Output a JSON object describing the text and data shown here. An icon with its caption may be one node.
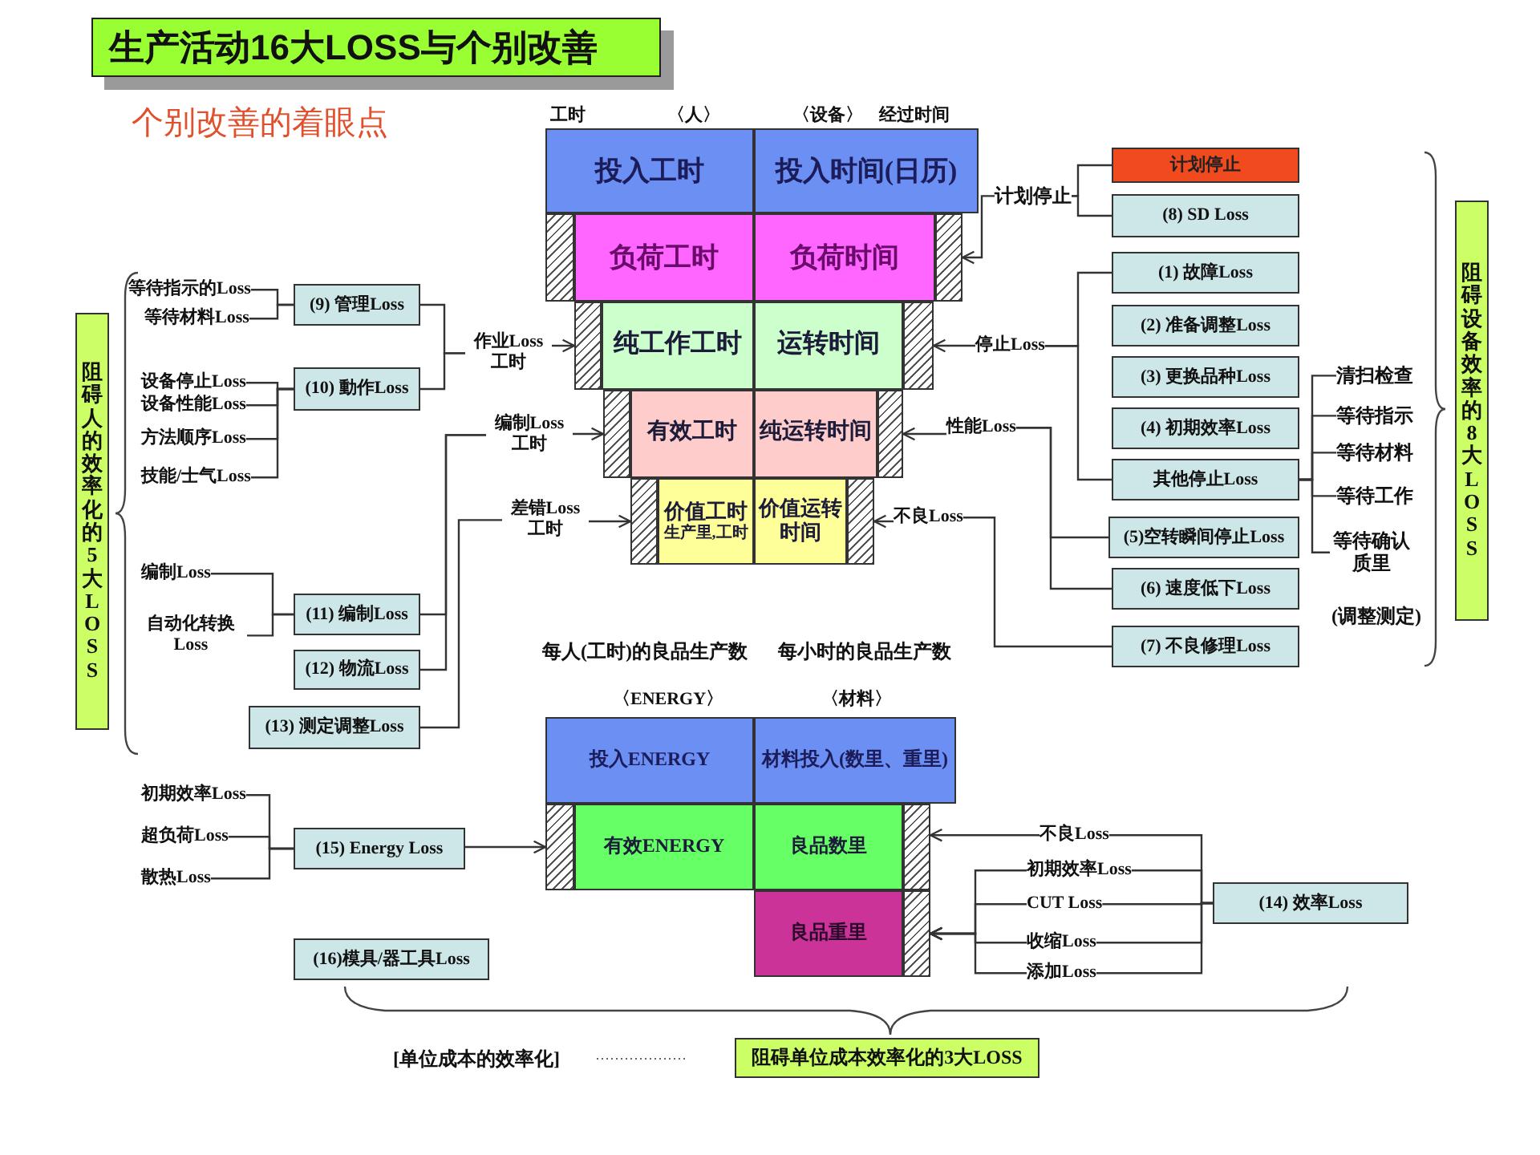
{
  "diagram": {
    "title": "生产活动16大LOSS与个别改善",
    "nodes": [
      {
        "text": [
          "投入工时"
        ]
      },
      {
        "text": [
          "投入时间(日历)"
        ]
      },
      {
        "text": [],
        "shape": "box"
      },
      {
        "text": [
          "负荷工时"
        ]
      },
      {
        "text": [
          "负荷时间"
        ]
      },
      {
        "text": [],
        "shape": "box"
      },
      {
        "text": [],
        "shape": "box"
      },
      {
        "text": [
          "纯工作工时"
        ]
      },
      {
        "text": [
          "运转时间"
        ]
      },
      {
        "text": [],
        "shape": "box"
      },
      {
        "text": [],
        "shape": "box"
      },
      {
        "text": [
          "有效工时"
        ]
      },
      {
        "text": [
          "纯运转时间"
        ]
      },
      {
        "text": [],
        "shape": "box"
      },
      {
        "text": [],
        "shape": "box"
      },
      {
        "text": [
          "价值工时",
          "生产里,工时"
        ]
      },
      {
        "text": [
          "价值运转时间"
        ]
      },
      {
        "text": [],
        "shape": "box"
      },
      {
        "text": [
          "计划停止"
        ]
      },
      {
        "text": [
          "(8) SD Loss"
        ]
      },
      {
        "text": [
          "计划停止"
        ]
      },
      {
        "text": [
          "(1) 故障Loss"
        ]
      },
      {
        "text": [
          "(2) 准备调整Loss"
        ]
      },
      {
        "text": [
          "(3) 更换品种Loss"
        ]
      },
      {
        "text": [
          "(4) 初期效率Loss"
        ]
      },
      {
        "text": [
          "其他停止Loss"
        ]
      },
      {
        "text": [
          "停止Loss"
        ]
      },
      {
        "text": [
          "性能Loss"
        ]
      },
      {
        "text": [
          "不良Loss"
        ]
      },
      {
        "text": [
          "(5)空转瞬间停止Loss"
        ]
      },
      {
        "text": [
          "(6) 速度低下Loss"
        ]
      },
      {
        "text": [
          "(7) 不良修理Loss"
        ]
      },
      {
        "text": [
          "清扫检查"
        ]
      },
      {
        "text": [
          "等待指示"
        ]
      },
      {
        "text": [
          "等待材料"
        ]
      },
      {
        "text": [
          "等待工作"
        ]
      },
      {
        "text": [
          "等待确认质里"
        ]
      },
      {
        "text": [
          "阻碍设备效率的8大LOSS"
        ]
      },
      {
        "text": [
          "阻碍人的效率化的5大LOSS"
        ]
      },
      {
        "text": [
          "等待指示的Loss"
        ]
      },
      {
        "text": [
          "等待材料Loss"
        ]
      },
      {
        "text": [
          "(9) 管理Loss"
        ]
      },
      {
        "text": [
          "设备停止Loss"
        ]
      },
      {
        "text": [
          "设备性能Loss"
        ]
      },
      {
        "text": [
          "方法顺序Loss"
        ]
      },
      {
        "text": [
          "技能/士气Loss"
        ]
      },
      {
        "text": [
          "(10) 動作Loss"
        ]
      },
      {
        "text": [
          "作业Loss 工时"
        ]
      },
      {
        "text": [
          "编制Loss 工时"
        ]
      },
      {
        "text": [
          "差错Loss 工时"
        ]
      },
      {
        "text": [
          "编制Loss"
        ]
      },
      {
        "text": [
          "自动化转换 Loss"
        ]
      },
      {
        "text": [
          "(11) 编制Loss"
        ]
      },
      {
        "text": [
          "(12) 物流Loss"
        ]
      },
      {
        "text": [
          "(13) 测定调整Loss"
        ]
      },
      {
        "text": [
          "投入ENERGY"
        ]
      },
      {
        "text": [
          "材料投入(数里、重里)"
        ]
      },
      {
        "text": [],
        "shape": "box"
      },
      {
        "text": [
          "有效ENERGY"
        ]
      },
      {
        "text": [
          "良品数里"
        ]
      },
      {
        "text": [],
        "shape": "box"
      },
      {
        "text": [
          "良品重里"
        ]
      },
      {
        "text": [],
        "shape": "box"
      },
      {
        "text": [
          "初期效率Loss"
        ]
      },
      {
        "text": [
          "超负荷Loss"
        ]
      },
      {
        "text": [
          "散热Loss"
        ]
      },
      {
        "text": [
          "(15) Energy Loss"
        ]
      },
      {
        "text": [
          "(16)模具/器工具Loss"
        ]
      },
      {
        "text": [
          "不良Loss"
        ]
      },
      {
        "text": [
          "初期效率Loss"
        ]
      },
      {
        "text": [
          "CUT Loss"
        ]
      },
      {
        "text": [
          "收缩Loss"
        ]
      },
      {
        "text": [
          "添加Loss"
        ]
      },
      {
        "text": [
          "(14) 效率Loss"
        ]
      },
      {
        "text": [
          "阻碍单位成本效率化的3大LOSS"
        ]
      }
    ],
    "edges": [
      {
        "from": 18,
        "to": 20,
        "arrow": "none"
      },
      {
        "from": 19,
        "to": 20,
        "arrow": "none"
      },
      {
        "from": 20,
        "to": 5,
        "arrow": "to"
      },
      {
        "from": 21,
        "to": 26,
        "arrow": "none"
      },
      {
        "from": 25,
        "to": 26,
        "arrow": "none"
      },
      {
        "from": 26,
        "to": 9,
        "arrow": "to"
      },
      {
        "from": 29,
        "to": 27,
        "arrow": "none"
      },
      {
        "from": 30,
        "to": 27,
        "arrow": "none"
      },
      {
        "from": 27,
        "to": 13,
        "arrow": "to"
      },
      {
        "from": 31,
        "to": 28,
        "arrow": "none"
      },
      {
        "from": 28,
        "to": 17,
        "arrow": "to"
      },
      {
        "from": 25,
        "to": 32,
        "arrow": "none"
      },
      {
        "from": 25,
        "to": 33,
        "arrow": "none"
      },
      {
        "from": 25,
        "to": 34,
        "arrow": "none"
      },
      {
        "from": 25,
        "to": 35,
        "arrow": "none"
      },
      {
        "from": 25,
        "to": 36,
        "arrow": "none"
      },
      {
        "from": 39,
        "to": 41,
        "arrow": "none"
      },
      {
        "from": 40,
        "to": 41,
        "arrow": "none"
      },
      {
        "from": 42,
        "to": 46,
        "arrow": "none"
      },
      {
        "from": 43,
        "to": 46,
        "arrow": "none"
      },
      {
        "from": 44,
        "to": 46,
        "arrow": "none"
      },
      {
        "from": 45,
        "to": 46,
        "arrow": "none"
      },
      {
        "from": 41,
        "to": 47,
        "arrow": "none"
      },
      {
        "from": 46,
        "to": 47,
        "arrow": "none"
      },
      {
        "from": 47,
        "to": 6,
        "arrow": "to"
      },
      {
        "from": 52,
        "to": 48,
        "arrow": "none"
      },
      {
        "from": 53,
        "to": 48,
        "arrow": "none"
      },
      {
        "from": 48,
        "to": 10,
        "arrow": "to"
      },
      {
        "from": 54,
        "to": 49,
        "arrow": "none"
      },
      {
        "from": 49,
        "to": 14,
        "arrow": "to"
      },
      {
        "from": 50,
        "to": 52,
        "arrow": "none"
      },
      {
        "from": 51,
        "to": 52,
        "arrow": "none"
      },
      {
        "from": 63,
        "to": 66,
        "arrow": "none"
      },
      {
        "from": 64,
        "to": 66,
        "arrow": "none"
      },
      {
        "from": 65,
        "to": 66,
        "arrow": "none"
      },
      {
        "from": 66,
        "to": 57,
        "arrow": "to"
      },
      {
        "from": 68,
        "to": 73,
        "arrow": "none"
      },
      {
        "from": 69,
        "to": 73,
        "arrow": "none"
      },
      {
        "from": 70,
        "to": 73,
        "arrow": "none"
      },
      {
        "from": 71,
        "to": 73,
        "arrow": "none"
      },
      {
        "from": 72,
        "to": 73,
        "arrow": "none"
      },
      {
        "from": 68,
        "to": 60,
        "arrow": "to"
      },
      {
        "from": 69,
        "to": 62,
        "arrow": "to"
      },
      {
        "from": 70,
        "to": 62,
        "arrow": "to"
      },
      {
        "from": 71,
        "to": 62,
        "arrow": "to"
      },
      {
        "from": 72,
        "to": 62,
        "arrow": "to"
      }
    ],
    "labels": [
      "个别改善的着眼点",
      "工时",
      "〈人〉",
      "〈设备〉",
      "经过时间",
      "(调整测定)",
      "每人(工时)的良品生产数",
      "每小时的良品生产数",
      "〈ENERGY〉",
      "〈材料〉",
      "[单位成本的效率化]"
    ]
  }
}
